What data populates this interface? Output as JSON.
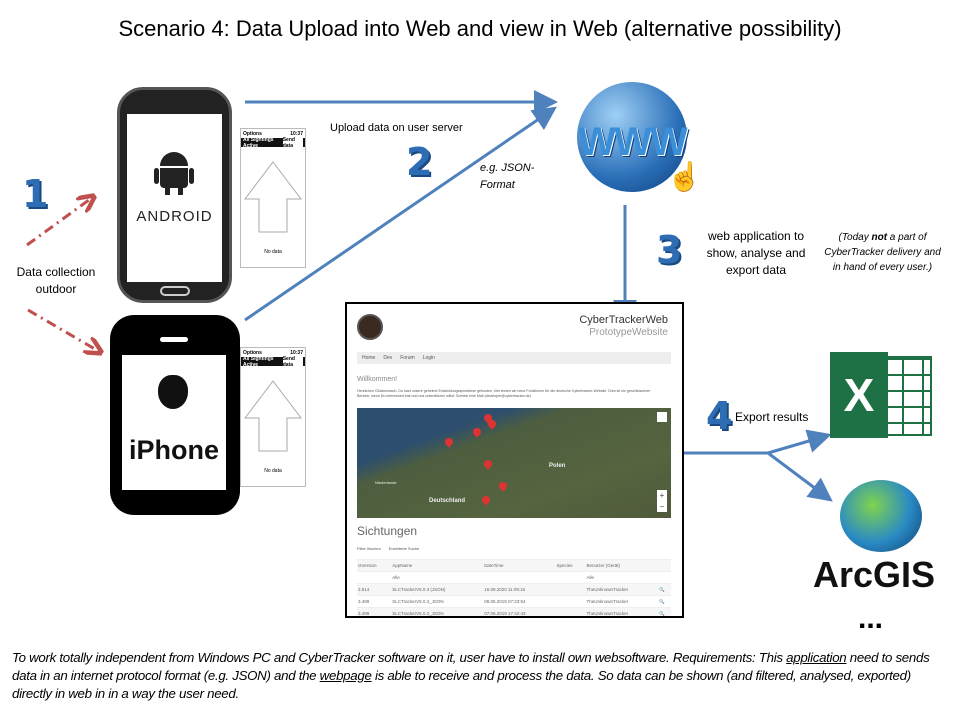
{
  "title": "Scenario 4: Data Upload into Web and view in Web (alternative possibility)",
  "steps": {
    "one": "1",
    "two": "2",
    "three": "3",
    "four": "4"
  },
  "left_label": "Data collection outdoor",
  "android": {
    "logo_text": "ANDROID"
  },
  "iphone": {
    "logo_text": "iPhone"
  },
  "app_screen": {
    "options": "Options",
    "time": "10:37",
    "tab_active": "All Sightings Active",
    "tab_send": "Send data",
    "empty": "No data"
  },
  "upload_label": "Upload data  on user server",
  "format_label": "e.g. JSON-Format",
  "www_label": "WWW",
  "web_app_label": "web application to show, analyse and export data",
  "note": {
    "pre": "(Today ",
    "bold": "not",
    "post": " a part of CyberTracker delivery and in hand of every user.)"
  },
  "website": {
    "brand": "CyberTrackerWeb",
    "sub": "PrototypeWebsite",
    "nav": [
      "Home",
      "Dev",
      "Forum",
      "Login"
    ],
    "welcome": "Willkommen!",
    "intro": "Herzlichen Glückwunsch: Du hast unsere geheime Entwicklungsspielwiese gefunden, hier testen wir neue Funktionen für die deutsche Cybertracker-Website. Dies ist ein geschlossener Bereich; wenn Du interessiert bist und uns unterstützen willst: Schreib eine Mail (developer@cybertracker.de)",
    "map_labels": [
      "Polen",
      "Deutschland",
      "Niederlande"
    ],
    "sightings_title": "Sichtungen",
    "filter_clear": "Filter löschen",
    "advanced_search": "Erweiterte Suche",
    "columns": [
      "ctVersion",
      "AppName",
      "DateTime",
      "Species",
      "Benutzer (Gerät)"
    ],
    "filter_all": "Alle",
    "rows": [
      [
        "3.514",
        "SLCTrackerV5.0.3 (JSON)",
        "16.09.2020 11:09:16",
        "",
        "TheUnknownTracker"
      ],
      [
        "3.499",
        "SLCTrackerV5.0.3_JSON",
        "08.05.2019 07:23:54",
        "",
        "TheUnknownTracker"
      ],
      [
        "3.499",
        "SLCTrackerV5.0.3_JSON",
        "07.05.2019 17:42:43",
        "",
        "TheUnknownTracker"
      ]
    ]
  },
  "export_label": "Export results",
  "excel": {
    "letter": "X"
  },
  "arcgis": {
    "label": "ArcGIS",
    "more": "..."
  },
  "bottom": {
    "p1": "To work totally independent from Windows PC and CyberTracker software on it, user have to install own websoftware. Requirements:  This ",
    "u1": "application",
    "p2": " need to sends data in an internet protocol format (e.g. JSON) and the ",
    "u2": "webpage",
    "p3": " is able to receive and process the data. So data can be shown (and filtered, analysed, exported) directly in web in in a way the user need."
  },
  "colors": {
    "arrow": "#4f81bd",
    "dash_arrow": "#c0504d",
    "excel": "#1e7145"
  }
}
